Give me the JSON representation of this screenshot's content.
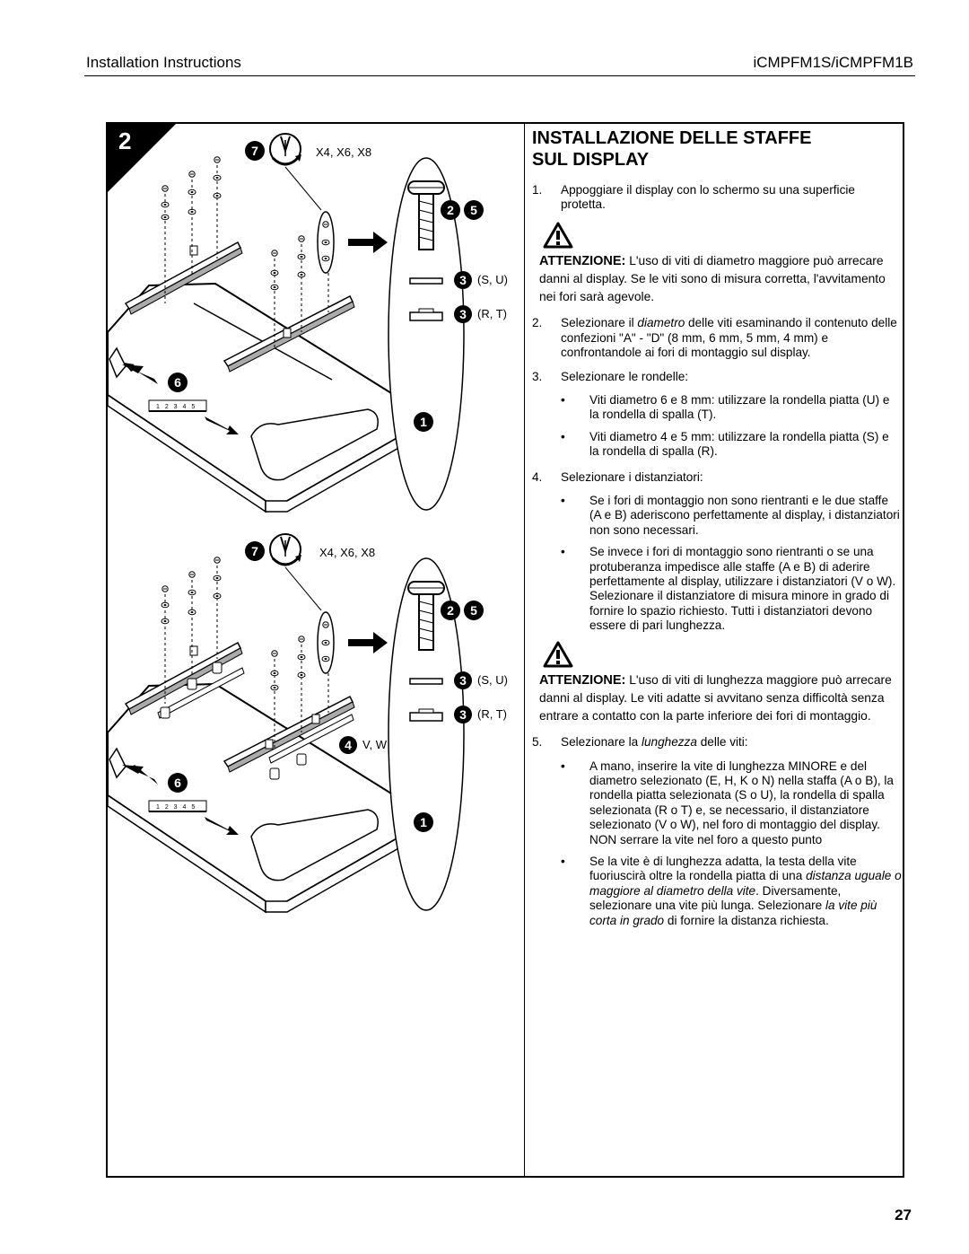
{
  "header": {
    "left": "Installation Instructions",
    "right": "iCMPFM1S/iCMPFM1B"
  },
  "step_number": "2",
  "figure": {
    "top": {
      "callout_7": "7",
      "screws": "X4, X6, X8",
      "callout_25": "2 5",
      "callout_3a": "3",
      "su": "(S, U)",
      "callout_3b": "3",
      "rt": "(R, T)",
      "callout_6": "6",
      "callout_1": "1",
      "ruler": "1 2 3 4 5"
    },
    "bottom": {
      "callout_7": "7",
      "screws": "X4, X6, X8",
      "callout_25": "2 5",
      "callout_3a": "3",
      "su": "(S, U)",
      "callout_3b": "3",
      "rt": "(R, T)",
      "callout_4": "4",
      "vw": "V, W",
      "callout_6": "6",
      "callout_1": "1",
      "ruler": "1 2 3 4 5"
    }
  },
  "title_line1": "INSTALLAZIONE DELLE STAFFE",
  "title_line2": "SUL DISPLAY",
  "step1": {
    "num": "1.",
    "text": "Appoggiare il display con lo schermo su una superficie protetta."
  },
  "warning1": {
    "label": "ATTENZIONE:",
    "text": " L'uso di viti di diametro maggiore può arrecare danni al display. Se le viti sono di misura corretta, l'avvitamento nei fori sarà agevole."
  },
  "step2": {
    "num": "2.",
    "pre": "Selezionare il ",
    "em": "diametro",
    "post": " delle viti esaminando il contenuto delle confezioni \"A\" - \"D\" (8 mm, 6 mm, 5 mm, 4 mm) e confrontandole ai fori di montaggio sul display."
  },
  "step3": {
    "num": "3.",
    "text": "Selezionare le rondelle:",
    "bullets": [
      "Viti diametro 6 e 8 mm: utilizzare la rondella piatta (U) e la rondella di spalla (T).",
      "Viti diametro 4 e 5 mm: utilizzare la rondella piatta (S) e la rondella di spalla (R)."
    ]
  },
  "step4": {
    "num": "4.",
    "text": "Selezionare i distanziatori:",
    "bullets": [
      "Se i fori di montaggio non sono rientranti e le due staffe (A e B) aderiscono perfettamente al display, i distanziatori non sono necessari.",
      "Se invece i fori di montaggio sono rientranti o se una protuberanza impedisce alle staffe (A e B) di aderire perfettamente al display, utilizzare i distanziatori (V o W). Selezionare il distanziatore di misura minore in grado di fornire lo spazio richiesto. Tutti i distanziatori devono essere di pari lunghezza."
    ]
  },
  "warning2": {
    "label": "ATTENZIONE:",
    "text": " L'uso di viti di lunghezza maggiore può arrecare danni al display. Le viti adatte si avvitano senza difficoltà senza entrare a contatto con la parte inferiore dei fori di montaggio."
  },
  "step5": {
    "num": "5.",
    "pre": "Selezionare la ",
    "em": "lunghezza",
    "post": " delle viti:",
    "bullet1": "A mano, inserire la vite di lunghezza MINORE e del diametro selezionato (E, H, K o N) nella staffa (A o B), la rondella piatta selezionata (S o U), la rondella di spalla selezionata (R o T) e, se necessario, il distanziatore selezionato (V o W), nel foro di montaggio del display. NON serrare la vite nel foro a questo punto",
    "bullet2": {
      "a": "Se la vite è di lunghezza adatta, la testa della vite fuoriuscirà oltre la rondella piatta di una ",
      "b": "distanza uguale o maggiore al diametro della vite",
      "c": ". Diversamente, selezionare una vite più lunga. Selezionare ",
      "d": "la vite più corta in grado",
      "e": " di fornire la distanza richiesta."
    }
  },
  "page_number": "27"
}
